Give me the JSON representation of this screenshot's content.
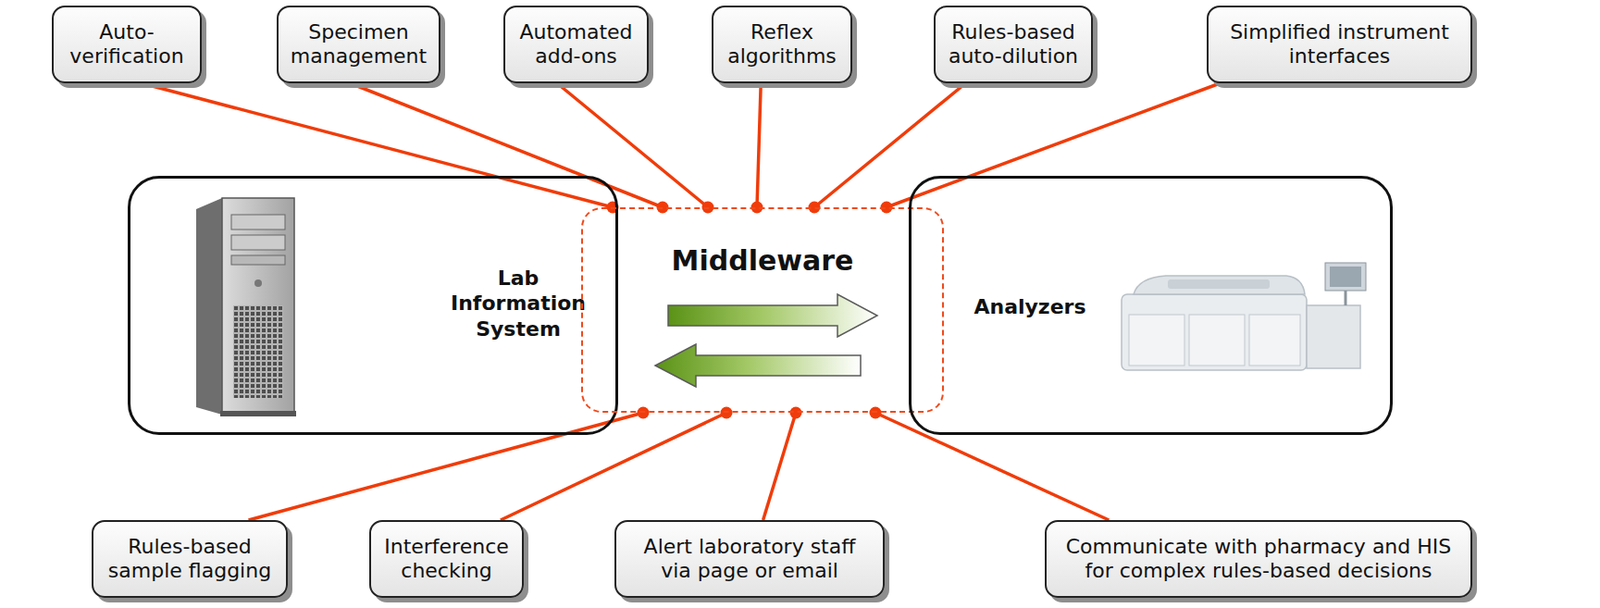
{
  "diagram": {
    "nodes": [
      {
        "text": [
          "Auto- verification"
        ]
      },
      {
        "text": [
          "Specimen management"
        ]
      },
      {
        "text": [
          "Automated add-ons"
        ]
      },
      {
        "text": [
          "Reflex algorithms"
        ]
      },
      {
        "text": [
          "Rules-based auto-dilution"
        ]
      },
      {
        "text": [
          "Simplified instrument interfaces"
        ]
      },
      {
        "text": [
          "Lab Information System"
        ]
      },
      {
        "text": [
          "Middleware"
        ]
      },
      {
        "text": [
          "Analyzers"
        ]
      },
      {
        "text": [
          "Rules-based sample flagging"
        ]
      },
      {
        "text": [
          "Interference checking"
        ]
      },
      {
        "text": [
          "Alert laboratory staff via page or email"
        ]
      },
      {
        "text": [
          "Communicate with pharmacy and HIS for complex rules-based decisions"
        ]
      }
    ],
    "edges": [
      {
        "from": 0,
        "to": 7,
        "arrow": "none"
      },
      {
        "from": 1,
        "to": 7,
        "arrow": "none"
      },
      {
        "from": 2,
        "to": 7,
        "arrow": "none"
      },
      {
        "from": 3,
        "to": 7,
        "arrow": "none"
      },
      {
        "from": 4,
        "to": 7,
        "arrow": "none"
      },
      {
        "from": 5,
        "to": 7,
        "arrow": "none"
      },
      {
        "from": 9,
        "to": 7,
        "arrow": "none"
      },
      {
        "from": 10,
        "to": 7,
        "arrow": "none"
      },
      {
        "from": 11,
        "to": 7,
        "arrow": "none"
      },
      {
        "from": 12,
        "to": 7,
        "arrow": "none"
      }
    ]
  }
}
